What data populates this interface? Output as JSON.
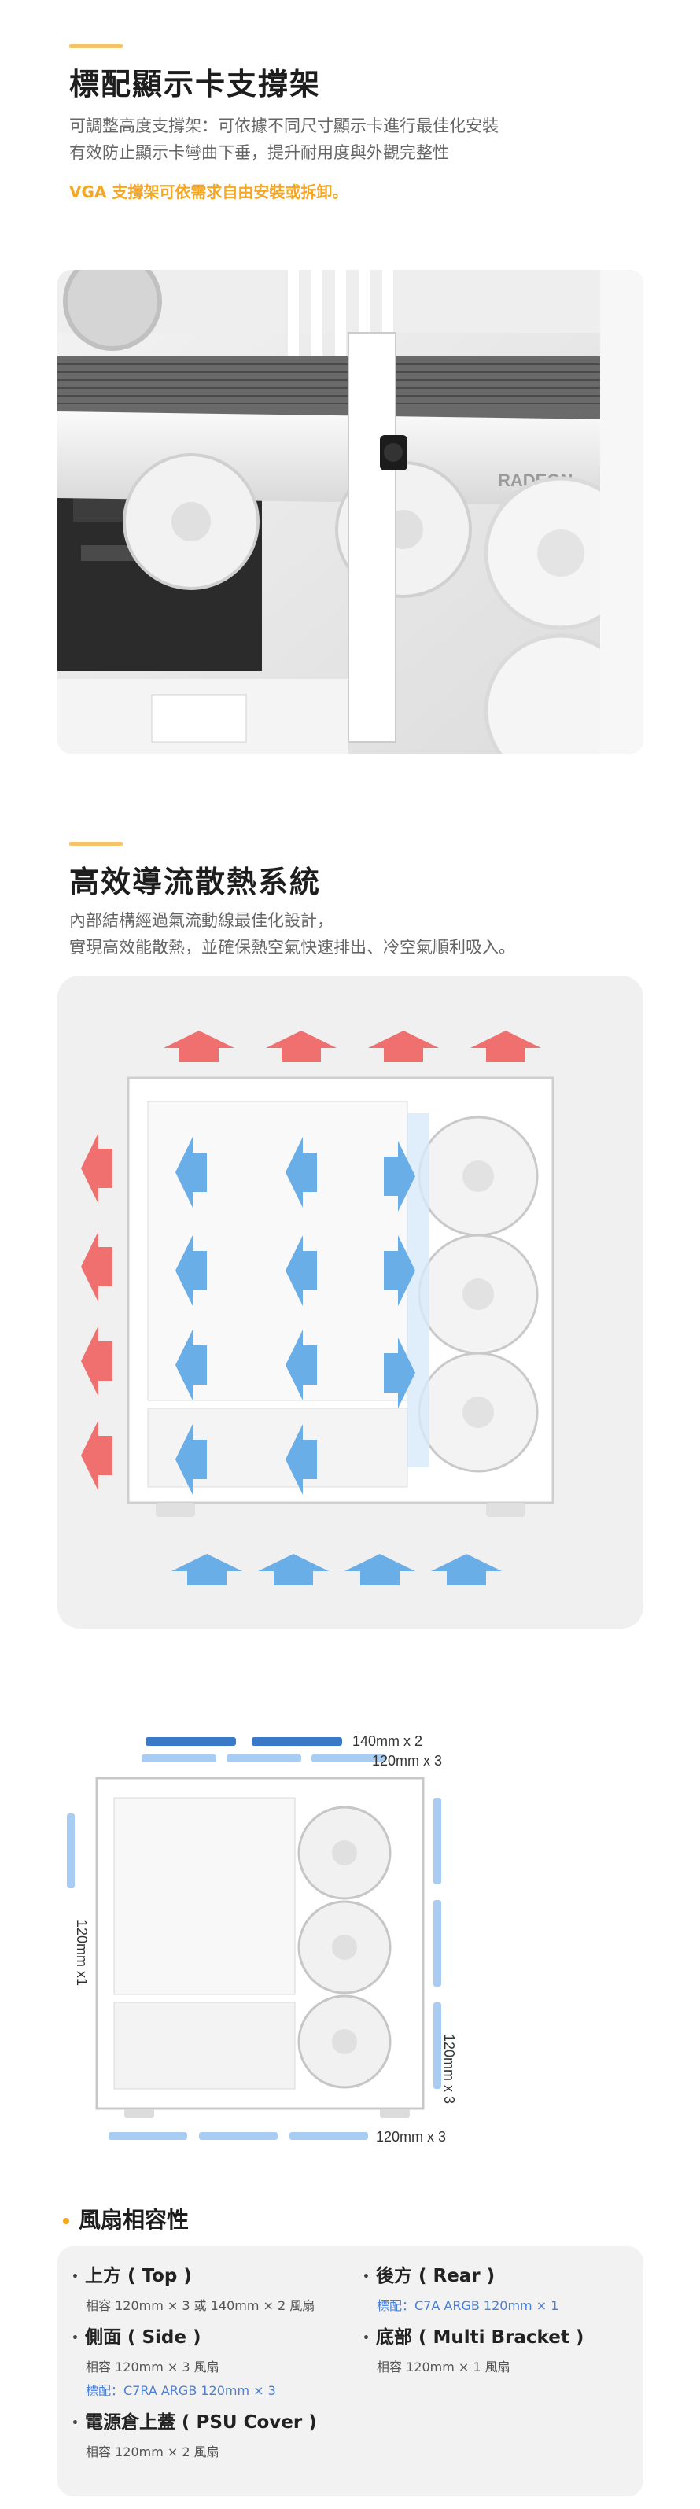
{
  "section1": {
    "title": "標配顯示卡支撐架",
    "desc_line1": "可調整高度支撐架：可依據不同尺寸顯示卡進行最佳化安裝",
    "desc_line2": "有效防止顯示卡彎曲下垂，提升耐用度與外觀完整性",
    "highlight": "VGA 支撐架可依需求自由安裝或拆卸。",
    "gpu_brand_text": "RADEON"
  },
  "section2": {
    "title": "高效導流散熱系統",
    "desc_line1": "內部結構經過氣流動線最佳化設計，",
    "desc_line2": "實現高效能散熱，並確保熱空氣快速排出、冷空氣順利吸入。"
  },
  "fan_diagram": {
    "top_label_140": "140mm x 2",
    "top_label_120": "120mm x 3",
    "rear_label": "120mm x1",
    "side_label": "120mm x 3",
    "bottom_label": "120mm x 3"
  },
  "compat": {
    "title": "風扇相容性",
    "top": {
      "title": "上方 ( Top )",
      "line1": "相容 120mm × 3 或 140mm × 2 風扇"
    },
    "rear": {
      "title": "後方 ( Rear )",
      "line1": "標配：C7A ARGB 120mm × 1"
    },
    "side": {
      "title": "側面 ( Side )",
      "line1": "相容 120mm × 3 風扇",
      "line2": "標配：C7RA ARGB 120mm × 3"
    },
    "bottom": {
      "title": "底部 ( Multi Bracket )",
      "line1": "相容 120mm × 1 風扇"
    },
    "psu": {
      "title": "電源倉上蓋 ( PSU Cover )",
      "line1": "相容 120mm × 2 風扇"
    }
  },
  "colors": {
    "accent": "#f5c36a",
    "highlight": "#f5a623",
    "hot_arrow": "#f07070",
    "cold_arrow": "#6aaee8",
    "dim_dark": "#3a78c8",
    "dim_light": "#a9cdf2",
    "blue_text": "#4a7fd6"
  }
}
